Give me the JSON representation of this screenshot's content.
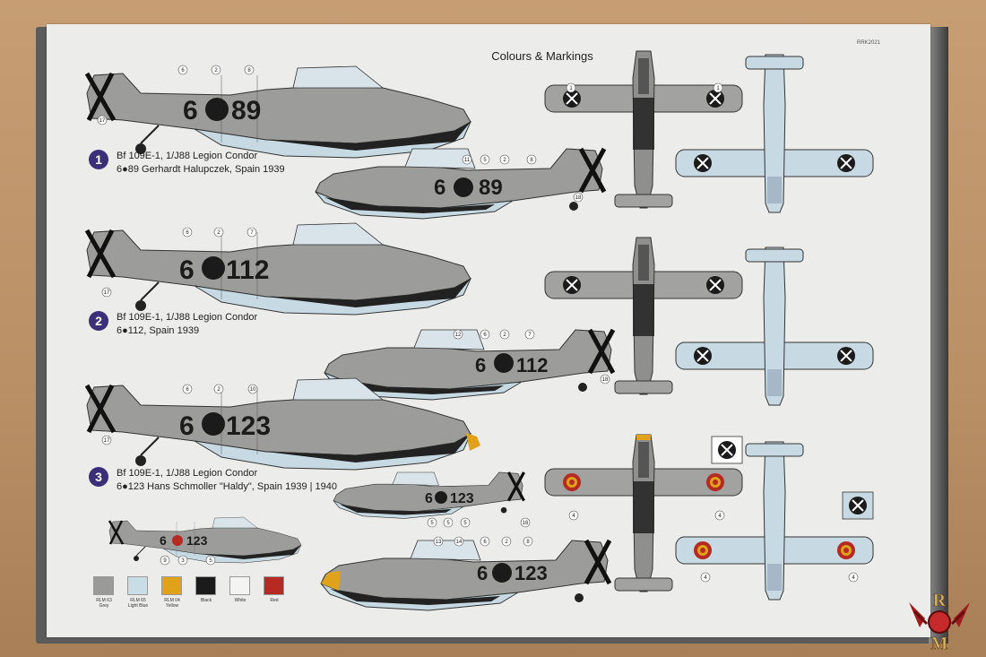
{
  "sheet": {
    "title": "Colours & Markings",
    "code": "RRK2021"
  },
  "schemes": [
    {
      "number": "1",
      "line1": "Bf 109E-1, 1/J88 Legion Condor",
      "line2": "6●89 Gerhardt Halupczek, Spain 1939",
      "code_left": "6",
      "code_right": "89"
    },
    {
      "number": "2",
      "line1": "Bf 109E-1, 1/J88 Legion Condor",
      "line2": "6●112, Spain 1939",
      "code_left": "6",
      "code_right": "112"
    },
    {
      "number": "3",
      "line1": "Bf 109E-1, 1/J88 Legion Condor",
      "line2": "6●123 Hans Schmoller \"Haldy\", Spain 1939 | 1940",
      "code_left": "6",
      "code_right": "123"
    }
  ],
  "callouts": [
    "1",
    "2",
    "4",
    "5",
    "6",
    "7",
    "8",
    "9",
    "10",
    "11",
    "12",
    "13",
    "14",
    "17",
    "18"
  ],
  "palette": [
    {
      "code": "RLM 63",
      "name": "Grey",
      "color": "#9a9a98"
    },
    {
      "code": "RLM 65",
      "name": "Light Blue",
      "color": "#c9dde6"
    },
    {
      "code": "RLM 04",
      "name": "Yellow",
      "color": "#e0a21a"
    },
    {
      "code": "",
      "name": "Black",
      "color": "#1b1b1b"
    },
    {
      "code": "",
      "name": "White",
      "color": "#f4f4f2"
    },
    {
      "code": "",
      "name": "Red",
      "color": "#b52a22"
    }
  ],
  "logo": {
    "letters": "R M"
  }
}
